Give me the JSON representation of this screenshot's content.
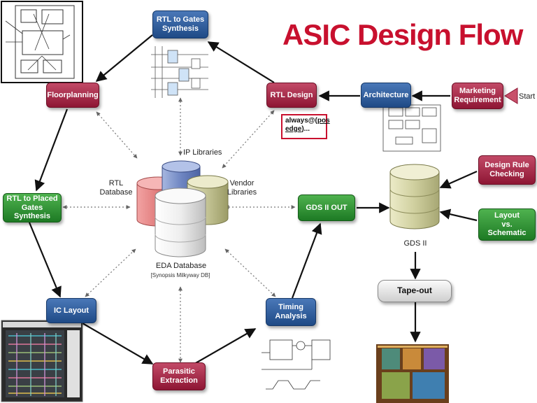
{
  "title": "ASIC Design Flow",
  "start_label": "Start",
  "nodes": {
    "rtl_to_gates": "RTL to Gates\nSynthesis",
    "floorplanning": "Floorplanning",
    "rtl_design": "RTL Design",
    "architecture": "Architecture",
    "marketing": "Marketing\nRequirement",
    "rtl_to_placed": "RTL to Placed\nGates Synthesis",
    "gds_out": "GDS II OUT",
    "design_rule": "Design Rule\nChecking",
    "layout_vs": "Layout\nvs.\nSchematic",
    "ic_layout": "IC Layout",
    "timing": "Timing\nAnalysis",
    "parasitic": "Parasitic\nExtraction",
    "tapeout": "Tape-out"
  },
  "labels": {
    "ip_libraries": "IP Libraries",
    "rtl_database": "RTL\nDatabase",
    "vendor_libraries": "Vendor\nLibraries",
    "eda_database": "EDA Database",
    "eda_sub": "[Synopsis Milkyway DB]",
    "gds_ii": "GDS II"
  },
  "code": {
    "line1": "always@(",
    "line1_u": "pos",
    "line2_u": "edge",
    "line2": ")..."
  },
  "colors": {
    "title_red": "#c8102e",
    "node_red": "#a3203f",
    "node_blue": "#2d5a9a",
    "node_green": "#2e8b32",
    "db_red": "#e07a7a",
    "db_blue": "#6f86c2",
    "db_olive": "#b8b87a"
  }
}
